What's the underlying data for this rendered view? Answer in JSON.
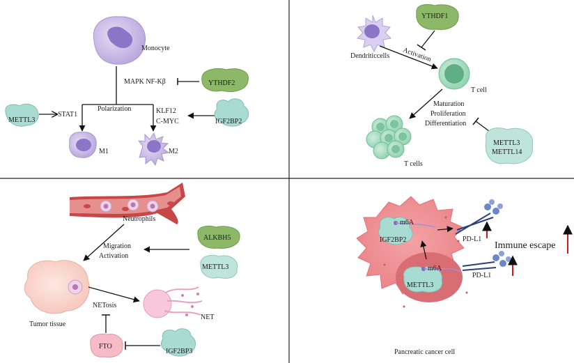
{
  "panel_tl": {
    "monocyte": "Monocyte",
    "pathway": "MAPK NF-Kβ",
    "ythdf2": "YTHDF2",
    "polarization": "Polarization",
    "mettl3": "METTL3",
    "stat1": "STAT1",
    "klf12": "KLF12",
    "cmyc": "C-MYC",
    "igf2bp2": "IGF2BP2",
    "m1": "M1",
    "m2": "M2"
  },
  "panel_tr": {
    "ythdf1": "YTHDF1",
    "activation": "Activation",
    "dendritic": "Dendriticcells",
    "tcell": "T cell",
    "maturation": "Maturation",
    "proliferation": "Proliferation",
    "differentiation": "Differentiation",
    "mettl3": "METTL3",
    "mettl14": "METTL14",
    "tcells": "T cells"
  },
  "panel_bl": {
    "neutrophils": "Neutrophils",
    "alkbh5": "ALKBH5",
    "migration": "Migration",
    "activation": "Activation",
    "mettl3": "METTL3",
    "tumor": "Tumor tissue",
    "netosis": "NETosis",
    "net": "NET",
    "fto": "FTO",
    "igf2bp3": "IGF2BP3"
  },
  "panel_br": {
    "m6a_top": "m6A",
    "igf2bp2": "IGF2BP2",
    "pdl1_top": "PD-L1",
    "immune": "Immune escape",
    "m6a_bottom": "m6A",
    "mettl3": "METTL3",
    "pdl1_bottom": "PD-L1",
    "cancer": "Pancreatic cancer cell"
  }
}
